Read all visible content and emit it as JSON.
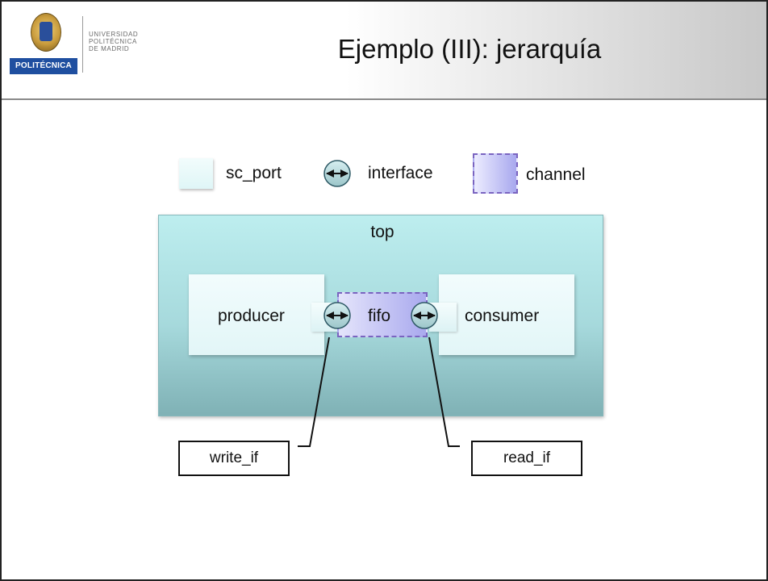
{
  "logo": {
    "badge": "POLITÉCNICA",
    "lines": [
      "UNIVERSIDAD",
      "POLITÉCNICA",
      "DE MADRID"
    ]
  },
  "title": "Ejemplo (III): jerarquía",
  "legend": {
    "port_label": "sc_port",
    "interface_label": "interface",
    "channel_label": "channel"
  },
  "diagram": {
    "top_label": "top",
    "producer_label": "producer",
    "fifo_label": "fifo",
    "consumer_label": "consumer"
  },
  "callouts": {
    "write_if": "write_if",
    "read_if": "read_if"
  },
  "colors": {
    "module_fill": "#e2f6f7",
    "top_fill": "#a6d9dc",
    "channel_fill": "#a9a9ee",
    "channel_border": "#7a64c0",
    "interface_fill": "#b8dadd"
  }
}
